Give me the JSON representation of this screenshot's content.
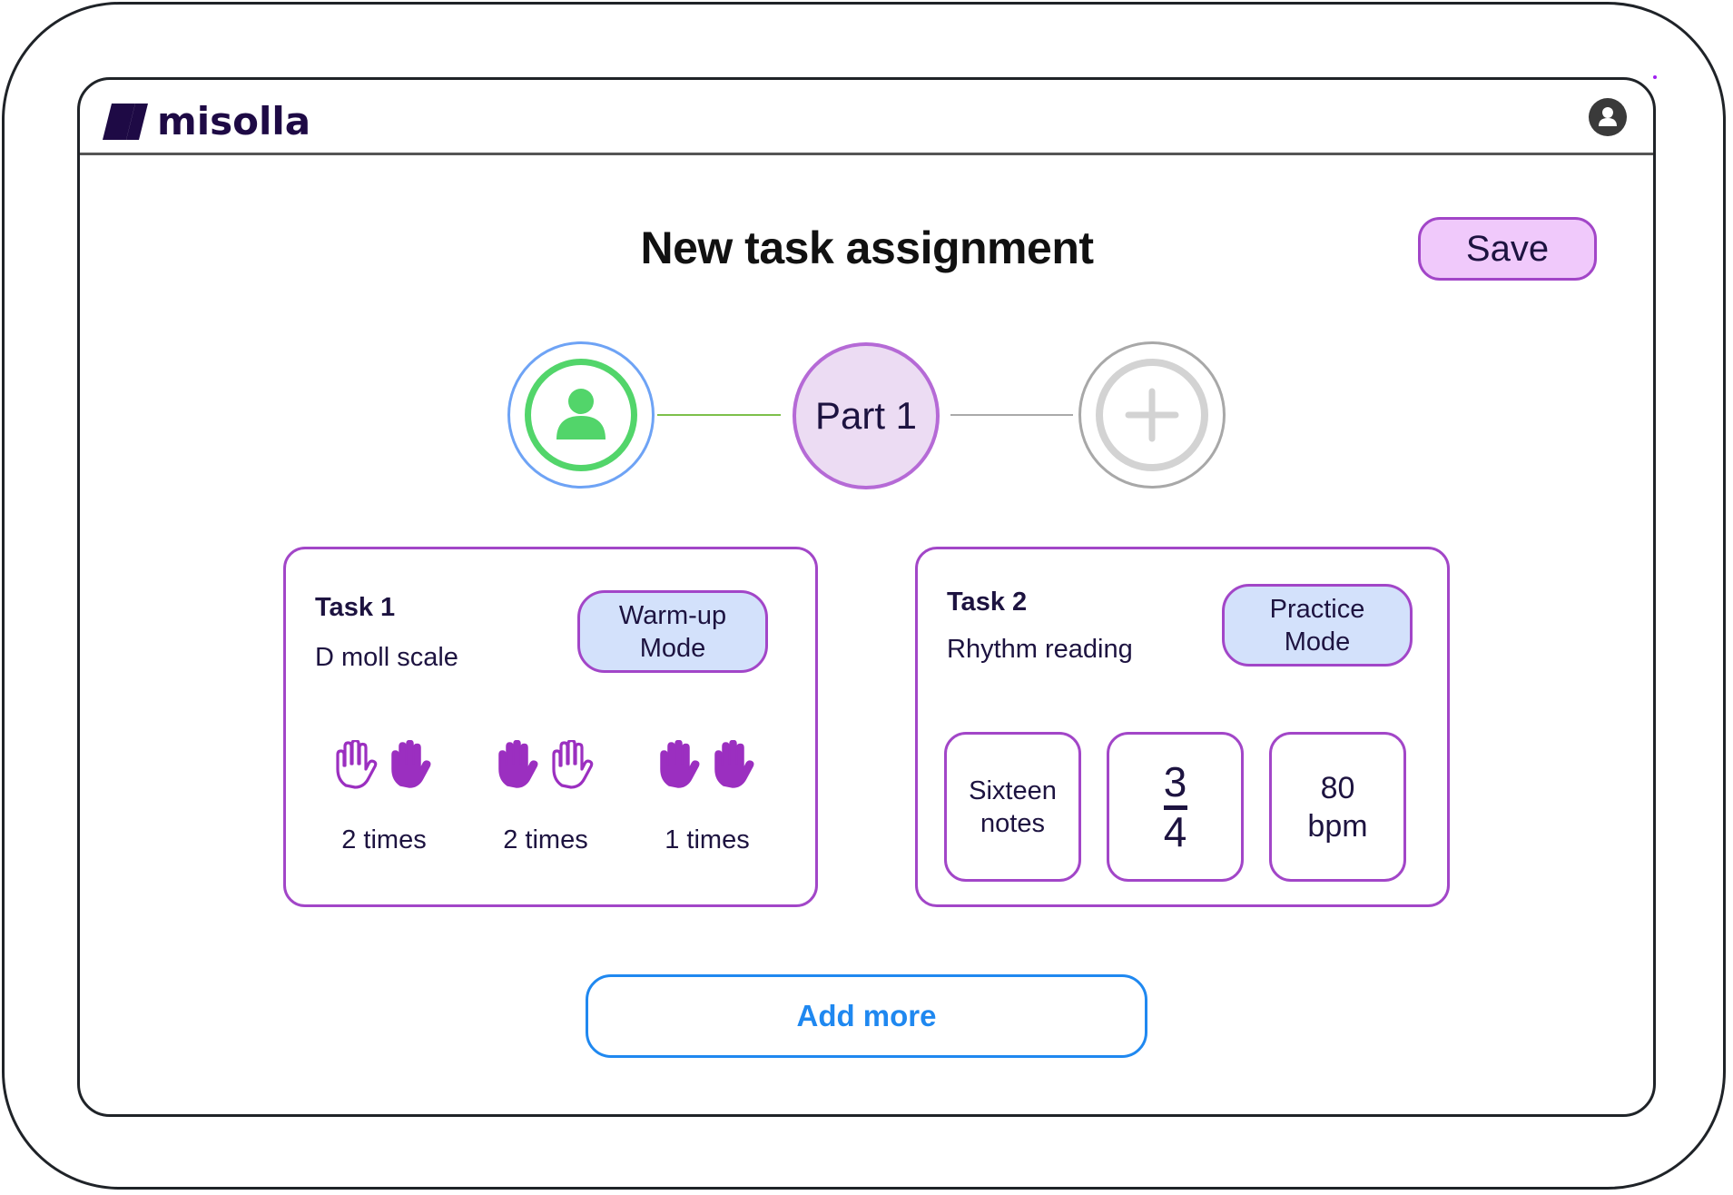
{
  "app": {
    "brand": "misolla",
    "logo_icon": "misolla-logo-icon",
    "account_icon": "user-account-icon"
  },
  "page": {
    "title": "New task assignment",
    "save_label": "Save"
  },
  "stepper": {
    "steps": [
      {
        "id": "student",
        "icon": "user-icon",
        "state": "completed"
      },
      {
        "id": "part-1",
        "label": "Part 1",
        "state": "active"
      },
      {
        "id": "add",
        "icon": "plus-icon",
        "state": "inactive"
      }
    ]
  },
  "tasks": [
    {
      "label": "Task 1",
      "name": "D moll scale",
      "mode": "Warm-up\nMode",
      "mode_line1": "Warm-up",
      "mode_line2": "Mode",
      "hand_sets": [
        {
          "left": "outline",
          "right": "filled",
          "times": "2 times"
        },
        {
          "left": "filled",
          "right": "outline",
          "times": "2 times"
        },
        {
          "left": "filled",
          "right": "filled",
          "times": "1 times"
        }
      ]
    },
    {
      "label": "Task 2",
      "name": "Rhythm reading",
      "mode_line1": "Practice",
      "mode_line2": "Mode",
      "params": {
        "note_value": "Sixteen\nnotes",
        "time_signature": {
          "numerator": "3",
          "denominator": "4"
        },
        "tempo": "80\nbpm"
      }
    }
  ],
  "actions": {
    "add_more_label": "Add more"
  },
  "colors": {
    "accent_purple": "#a246c8",
    "save_fill": "#f0c9fb",
    "mode_fill": "#d3e1fb",
    "success_green": "#52d56a",
    "link_blue": "#1f88f0",
    "brand_dark": "#1e0a45"
  }
}
